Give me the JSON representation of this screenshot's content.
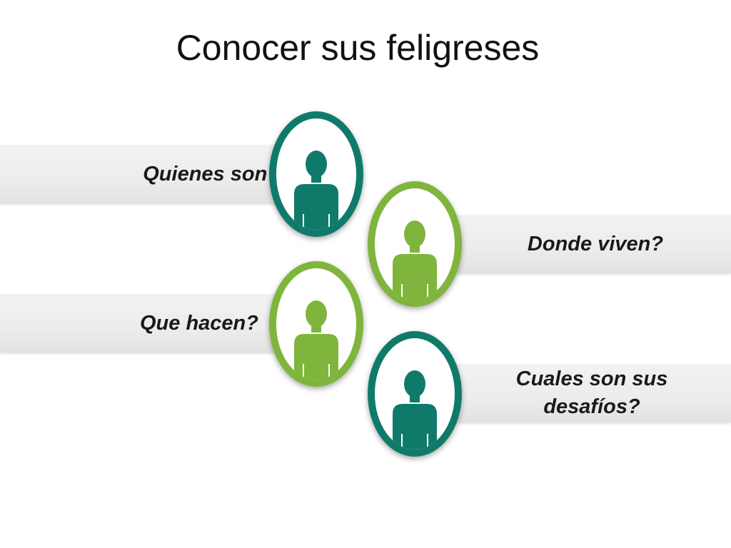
{
  "title": "Conocer sus feligreses",
  "questions": [
    {
      "label": "Quienes son?",
      "color": "#107A6A"
    },
    {
      "label": "Donde viven?",
      "color": "#7FB53C"
    },
    {
      "label": "Que hacen?",
      "color": "#7FB53C"
    },
    {
      "label": "Cuales son sus desafíos?",
      "color": "#107A6A"
    }
  ],
  "icons": [
    "person-icon",
    "person-icon",
    "person-icon",
    "person-icon"
  ]
}
